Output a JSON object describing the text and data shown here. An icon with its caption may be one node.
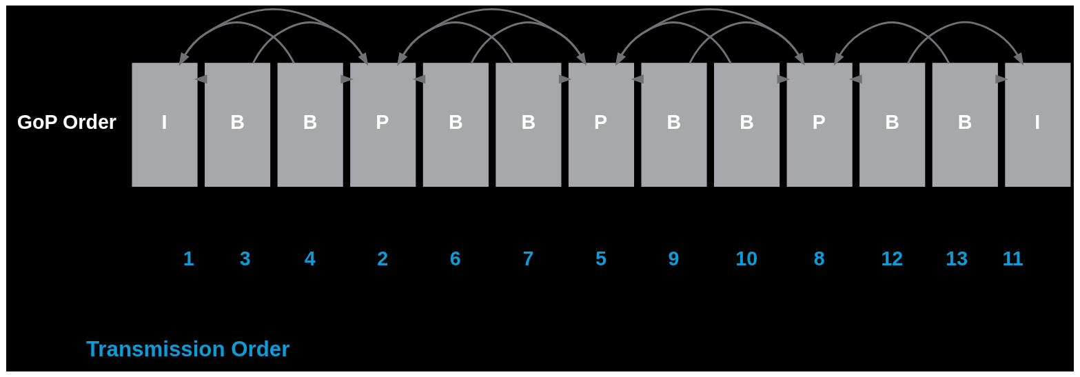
{
  "diagram": {
    "nodes": [
      {
        "text": [
          "I"
        ],
        "beside": [
          "1"
        ]
      },
      {
        "text": [
          "B"
        ],
        "beside": [
          "3"
        ]
      },
      {
        "text": [
          "B"
        ],
        "beside": [
          "4"
        ]
      },
      {
        "text": [
          "P"
        ],
        "beside": [
          "2"
        ]
      },
      {
        "text": [
          "B"
        ],
        "beside": [
          "6"
        ]
      },
      {
        "text": [
          "B"
        ],
        "beside": [
          "7"
        ]
      },
      {
        "text": [
          "P"
        ],
        "beside": [
          "5"
        ]
      },
      {
        "text": [
          "B"
        ],
        "beside": [
          "9"
        ]
      },
      {
        "text": [
          "B"
        ],
        "beside": [
          "10"
        ]
      },
      {
        "text": [
          "P"
        ],
        "beside": [
          "8"
        ]
      },
      {
        "text": [
          "B"
        ],
        "beside": [
          "12"
        ]
      },
      {
        "text": [
          "B"
        ],
        "beside": [
          "13"
        ]
      },
      {
        "text": [
          "I"
        ],
        "beside": [
          "11"
        ]
      }
    ],
    "edges": [
      {
        "from": 3,
        "to": 0,
        "arrow": "to"
      },
      {
        "from": 6,
        "to": 3,
        "arrow": "to"
      },
      {
        "from": 9,
        "to": 6,
        "arrow": "to"
      },
      {
        "from": 1,
        "to": 0,
        "arrow": "to"
      },
      {
        "from": 1,
        "to": 3,
        "arrow": "to"
      },
      {
        "from": 4,
        "to": 3,
        "arrow": "to"
      },
      {
        "from": 4,
        "to": 6,
        "arrow": "to"
      },
      {
        "from": 7,
        "to": 6,
        "arrow": "to"
      },
      {
        "from": 7,
        "to": 9,
        "arrow": "to"
      },
      {
        "from": 10,
        "to": 9,
        "arrow": "to"
      },
      {
        "from": 10,
        "to": 12,
        "arrow": "to"
      },
      {
        "from": 2,
        "to": 0,
        "arrow": "to"
      },
      {
        "from": 2,
        "to": 3,
        "arrow": "to"
      },
      {
        "from": 5,
        "to": 3,
        "arrow": "to"
      },
      {
        "from": 5,
        "to": 6,
        "arrow": "to"
      },
      {
        "from": 8,
        "to": 6,
        "arrow": "to"
      },
      {
        "from": 8,
        "to": 9,
        "arrow": "to"
      },
      {
        "from": 11,
        "to": 9,
        "arrow": "to"
      },
      {
        "from": 11,
        "to": 12,
        "arrow": "to"
      }
    ],
    "labels": [
      "GoP Order",
      "Transmission Order"
    ]
  }
}
